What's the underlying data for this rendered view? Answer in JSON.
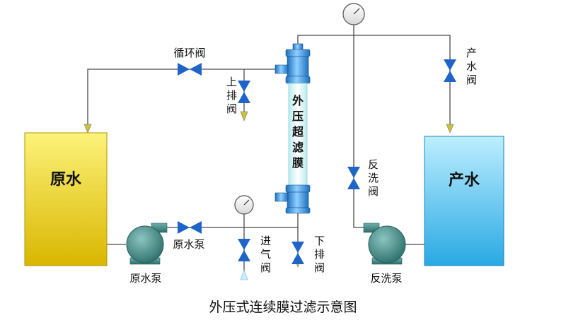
{
  "caption": "外压式连续膜过滤示意图",
  "tanks": {
    "raw": {
      "label": "原水",
      "color_top": "#fdf37a",
      "color_bottom": "#d9b600"
    },
    "product": {
      "label": "产水",
      "color_top": "#bdeeff",
      "color_bottom": "#29a9e3"
    }
  },
  "membrane": {
    "label": "外压超滤膜"
  },
  "valves": {
    "recirculation": "循环阀",
    "upper_drain": "上排阀",
    "product": "产水阀",
    "backwash": "反洗阀",
    "feed": "原水泵",
    "air_inlet": "进气阀",
    "lower_drain": "下排阀"
  },
  "pumps": {
    "raw": "原水泵",
    "backwash": "反洗泵"
  },
  "colors": {
    "valve": "#1f64c8",
    "pump": "#3f8a86",
    "pipe": "#4a4a4a",
    "arrow": "#c9c23a",
    "membrane_cap": "#5aa7e6",
    "membrane_body": "#e6f8fb"
  },
  "icons": [
    "pressure-gauge-icon",
    "valve-icon",
    "pump-icon",
    "flow-arrow-icon"
  ]
}
